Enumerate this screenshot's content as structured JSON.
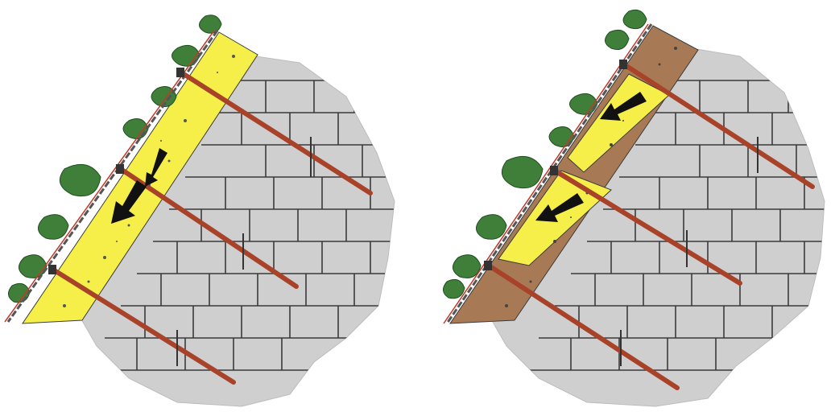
{
  "figures": [
    {
      "id": "single-layer",
      "fill_material": "yellow-drainage-layer",
      "colors": {
        "rock": "#cfcfcf",
        "rock_joint": "#3a3a3a",
        "drain_fill": "#f6ef4a",
        "anchor": "#a8432a",
        "vegetation": "#3f7f3a",
        "arrow": "#111111",
        "facing": "#555555"
      },
      "anchor_count": 3,
      "arrow_count": 2,
      "icons": [
        "arrow-icon",
        "shrub-icon"
      ]
    },
    {
      "id": "alternating-layers",
      "fill_material": "brown-and-yellow-layers",
      "colors": {
        "rock": "#cfcfcf",
        "rock_joint": "#3a3a3a",
        "drain_fill": "#f6ef4a",
        "soil_fill": "#a77a55",
        "anchor": "#a8432a",
        "vegetation": "#3f7f3a",
        "arrow": "#111111",
        "facing": "#555555"
      },
      "anchor_count": 3,
      "arrow_count": 2,
      "icons": [
        "arrow-icon",
        "shrub-icon"
      ]
    }
  ]
}
